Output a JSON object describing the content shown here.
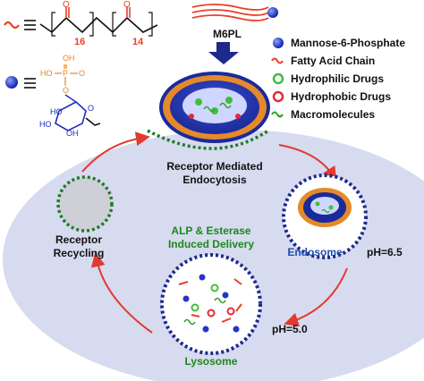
{
  "colors": {
    "lipid_tail": "#e8402a",
    "mannose_sphere": "#2535c8",
    "hydrophilic_drug": "#3fbf3a",
    "hydrophobic_drug": "#e8283a",
    "macromolecule": "#2fa52a",
    "vesicle_dots": "#1c2a8c",
    "receptor_dots": "#1f7a2b",
    "cell_fill": "#d7dbef",
    "arrow": "#e3392f",
    "phosphate": "#e8871e",
    "sugar": "#1c2fbf",
    "green_text": "#1a8a1a",
    "blue_text": "#1d4fb0"
  },
  "structure": {
    "n16": "16",
    "n14": "14"
  },
  "title_label": "M6PL",
  "legend": {
    "items": [
      {
        "icon": "blue-sphere",
        "label": "Mannose-6-Phosphate"
      },
      {
        "icon": "red-wavy-line",
        "label": "Fatty Acid Chain"
      },
      {
        "icon": "green-ring",
        "label": "Hydrophilic Drugs"
      },
      {
        "icon": "red-ring",
        "label": "Hydrophobic Drugs"
      },
      {
        "icon": "green-swirl",
        "label": "Macromolecules"
      }
    ]
  },
  "labels": {
    "endocytosis_line1": "Receptor Mediated",
    "endocytosis_line2": "Endocytosis",
    "recycling_line1": "Receptor",
    "recycling_line2": "Recycling",
    "delivery_line1": "ALP & Esterase",
    "delivery_line2": "Induced Delivery",
    "endosome": "Endosome",
    "ph_endosome": "pH=6.5",
    "ph_lysosome": "pH=5.0",
    "lysosome": "Lysosome"
  }
}
